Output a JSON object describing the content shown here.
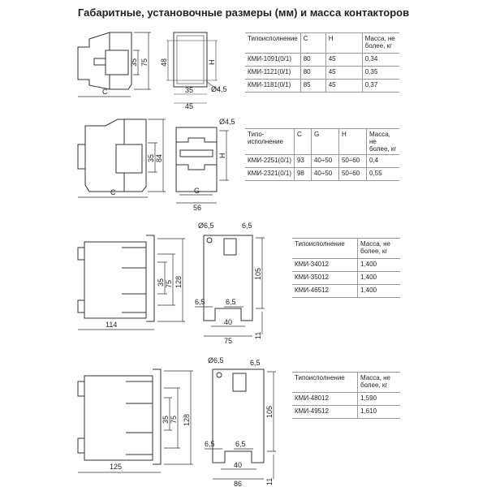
{
  "title": "Габаритные, установочные размеры (мм) и масса контакторов",
  "drawings": {
    "s1": {
      "c": "C",
      "d35": "35",
      "d75": "75",
      "d48": "48",
      "h": "H",
      "w35": "35",
      "w45": "45",
      "hole": "Ø4,5"
    },
    "s2": {
      "c": "C",
      "d35": "35",
      "d84": "84",
      "h": "H",
      "g": "G",
      "w56": "56",
      "hole": "Ø4,5"
    },
    "s3": {
      "w": "114",
      "d35": "35",
      "d75": "75",
      "d128": "128",
      "hole": "Ø6,5",
      "t65": "6,5",
      "l65": "6,5",
      "m65": "6,5",
      "d105": "105",
      "d40": "40",
      "d75b": "75",
      "d11": "11"
    },
    "s4": {
      "w": "125",
      "d35": "35",
      "d75": "75",
      "d128": "128",
      "hole": "Ø6,5",
      "t65": "6,5",
      "l65": "6,5",
      "m65": "6,5",
      "d105": "105",
      "d40": "40",
      "d86": "86",
      "d11": "11"
    }
  },
  "tables": [
    {
      "headers": [
        "Типоисполнение",
        "C",
        "H",
        "Масса, не более, кг"
      ],
      "rows": [
        [
          "КМИ-1091(0/1)",
          "80",
          "45",
          "0,34"
        ],
        [
          "КМИ-1121(0/1)",
          "80",
          "45",
          "0,35"
        ],
        [
          "КМИ-1181(0/1)",
          "85",
          "45",
          "0,37"
        ]
      ]
    },
    {
      "headers": [
        "Типо-исполнение",
        "C",
        "G",
        "H",
        "Масса, не более, кг"
      ],
      "rows": [
        [
          "КМИ-2251(0/1)",
          "93",
          "40÷50",
          "50÷60",
          "0,4"
        ],
        [
          "КМИ-2321(0/1)",
          "98",
          "40÷50",
          "50÷60",
          "0,55"
        ]
      ]
    },
    {
      "headers": [
        "Типоисполнение",
        "Масса, не более, кг"
      ],
      "rows": [
        [
          "КМИ-34012",
          "1,400"
        ],
        [
          "КМИ-35012",
          "1,400"
        ],
        [
          "КМИ-46512",
          "1,400"
        ]
      ]
    },
    {
      "headers": [
        "Типоисполнение",
        "Масса, не более, кг"
      ],
      "rows": [
        [
          "КМИ-48012",
          "1,590"
        ],
        [
          "КМИ-49512",
          "1,610"
        ]
      ]
    }
  ]
}
